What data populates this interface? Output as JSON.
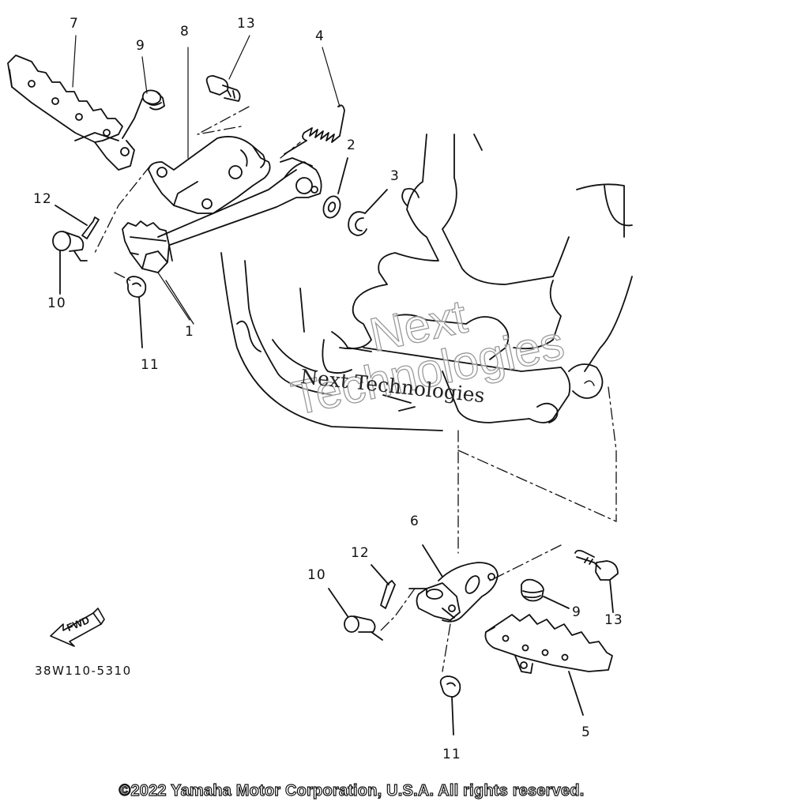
{
  "diagram": {
    "callouts_top": {
      "c7": "7",
      "c9": "9",
      "c8": "8",
      "c13": "13",
      "c4": "4",
      "c2": "2",
      "c3": "3"
    },
    "callouts_left": {
      "c12": "12",
      "c10": "10",
      "c1": "1",
      "c11": "11"
    },
    "callouts_bottom": {
      "c6": "6",
      "c12": "12",
      "c10": "10",
      "c9": "9",
      "c13": "13",
      "c5": "5",
      "c11": "11"
    },
    "diagram_code": "38W110-5310",
    "fwd_label": "FWD",
    "copyright": "©2022 Yamaha Motor Corporation, U.S.A. All rights reserved."
  },
  "watermark": {
    "outline_line1": "Next",
    "outline_line2": "Technologies",
    "serif_text": "Next Technologies"
  },
  "colors": {
    "line": "#111111",
    "background": "#ffffff",
    "watermark": "#9a9a9a"
  }
}
